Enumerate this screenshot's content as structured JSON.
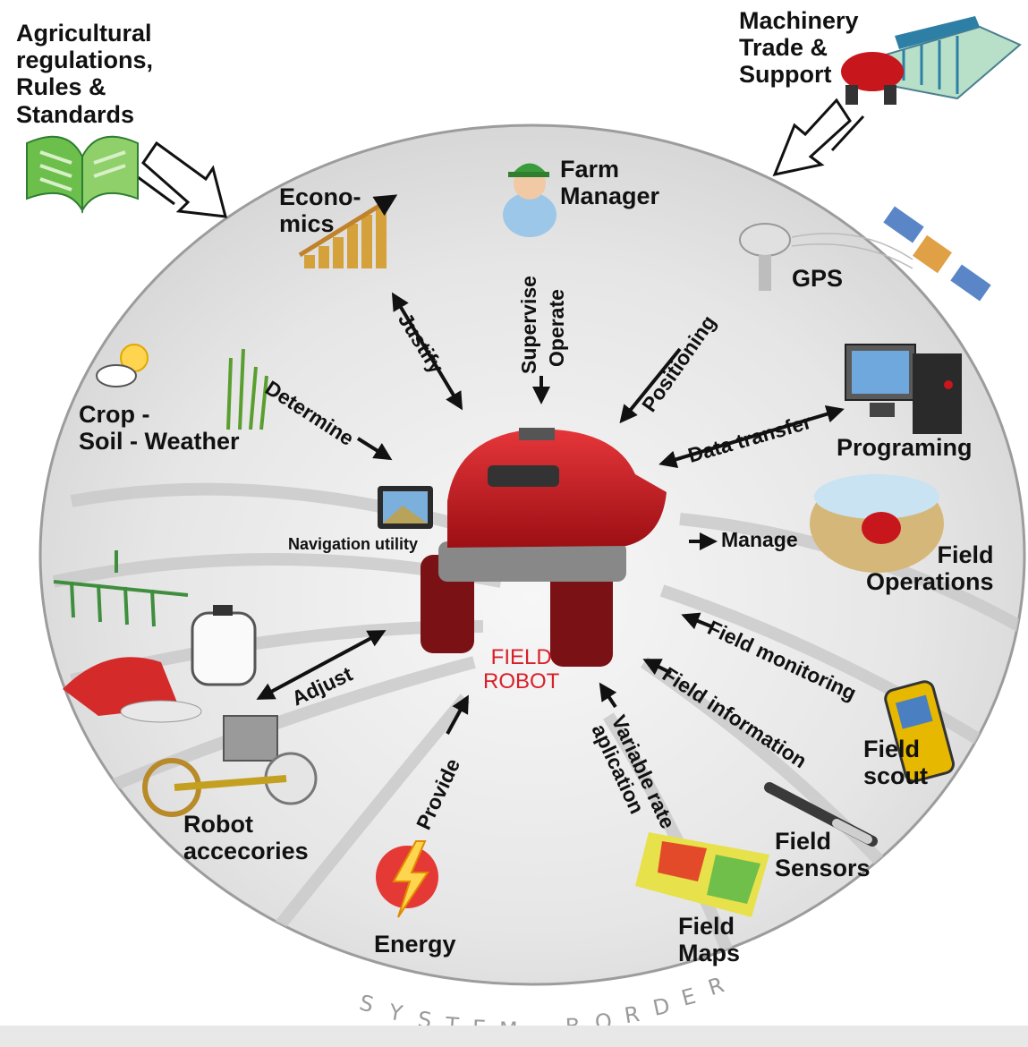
{
  "external": {
    "regulations": [
      "Agricultural",
      "regulations,",
      "Rules &",
      "Standards"
    ],
    "machinery": [
      "Machinery",
      "Trade &",
      "Support"
    ]
  },
  "nodes": {
    "economics": [
      "Econo-",
      "mics"
    ],
    "farm_manager": [
      "Farm",
      "Manager"
    ],
    "gps": "GPS",
    "crop_soil_weather": [
      "Crop -",
      "Soil - Weather"
    ],
    "programing": "Programing",
    "field_operations": [
      "Field",
      "Operations"
    ],
    "navigation": "Navigation utility",
    "robot_accessories": [
      "Robot",
      "accecories"
    ],
    "energy": "Energy",
    "field_maps": [
      "Field",
      "Maps"
    ],
    "field_sensors": [
      "Field",
      "Sensors"
    ],
    "field_scout": [
      "Field",
      "scout"
    ],
    "center": [
      "FIELD",
      "ROBOT"
    ]
  },
  "relations": {
    "justify": "Justify",
    "supervise": "Supervise",
    "operate": "Operate",
    "positioning": "Positioning",
    "determine": "Determine",
    "data_transfer": "Data transfer",
    "manage": "Manage",
    "field_monitoring": "Field monitoring",
    "field_information": "Field information",
    "variable_rate": "Variable rate",
    "aplication": "aplication",
    "provide": "Provide",
    "adjust": "Adjust"
  },
  "system_border": [
    "S",
    "Y",
    "S",
    "T",
    "E",
    "M",
    "B",
    "O",
    "R",
    "D",
    "E",
    "R"
  ],
  "colors": {
    "robot_red": "#c8161d",
    "center_label": "#d8202a",
    "circle_stroke": "#9c9c9c",
    "book_green": "#4caf50",
    "energy_red": "#e53935"
  }
}
